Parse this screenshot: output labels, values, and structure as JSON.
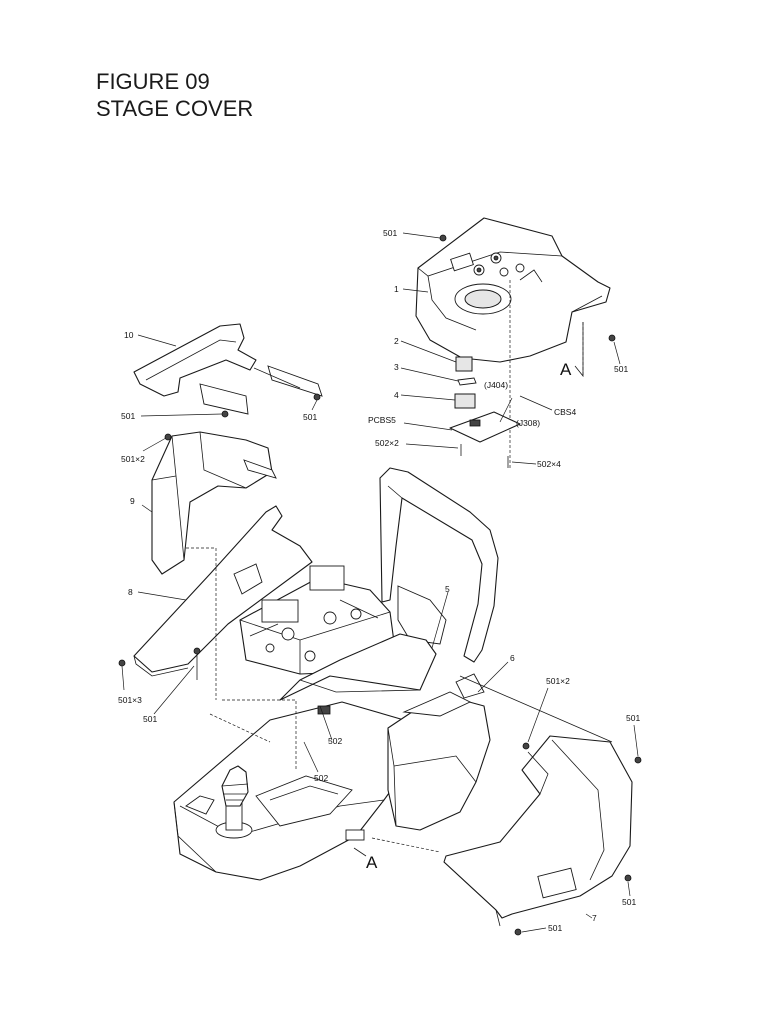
{
  "title": {
    "line1": "FIGURE 09",
    "line2": "STAGE COVER"
  },
  "callouts": {
    "c501_top": "501",
    "c1": "1",
    "c501_right": "501",
    "cA_top": "A",
    "c2": "2",
    "c3": "3",
    "cJ404": "(J404)",
    "c4": "4",
    "cCBS4": "CBS4",
    "cPCBS5": "PCBS5",
    "cJ308": "(J308)",
    "c502x2": "502×2",
    "c502x4": "502×4",
    "c10": "10",
    "c501_mid": "501",
    "c501_left": "501",
    "c501x2_left": "501×2",
    "c9": "9",
    "c8": "8",
    "c5": "5",
    "c6": "6",
    "c501x2_right": "501×2",
    "c501_far_right": "501",
    "c501x3": "501×3",
    "c501_bottom_left": "501",
    "c502_a": "502",
    "c502_b": "502",
    "cA_bottom": "A",
    "c501_lower_right": "501",
    "c7": "7",
    "c501_bottom": "501"
  },
  "icons": {
    "screw": "screw-icon"
  }
}
